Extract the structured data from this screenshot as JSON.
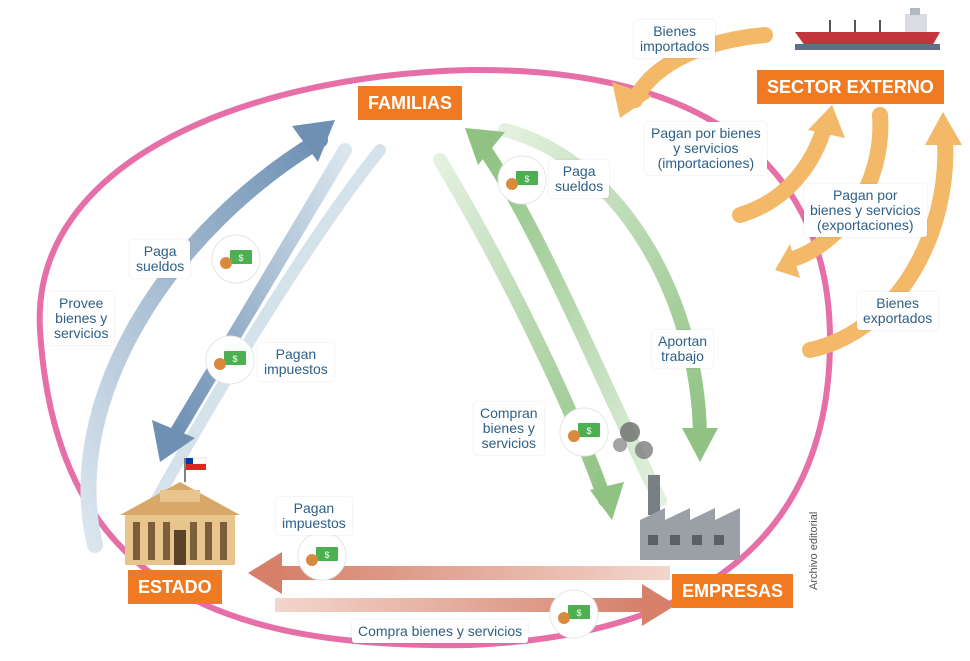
{
  "sectors": {
    "familias": "FAMILIAS",
    "estado": "ESTADO",
    "empresas": "EMPRESAS",
    "sector_externo": "SECTOR EXTERNO"
  },
  "labels": {
    "bienes_importados": "Bienes\nimportados",
    "pagan_importaciones": "Pagan por bienes\ny servicios\n(importaciones)",
    "pagan_exportaciones": "Pagan por\nbienes y servicios\n(exportaciones)",
    "bienes_exportados": "Bienes\nexportados",
    "paga_sueldos_empresas": "Paga\nsueldos",
    "aportan_trabajo": "Aportan\ntrabajo",
    "compran_bienes": "Compran\nbienes y\nservicios",
    "paga_sueldos_estado": "Paga\nsueldos",
    "provee_bienes": "Provee\nbienes y\nservicios",
    "pagan_impuestos_familias": "Pagan\nimpuestos",
    "pagan_impuestos_empresas": "Pagan\nimpuestos",
    "compra_bienes_estado": "Compra bienes y servicios"
  },
  "credit": "Archivo editorial",
  "icons": [
    "money-coin-icon",
    "government-building-icon",
    "chile-flag-icon",
    "factory-icon",
    "cargo-ship-icon"
  ],
  "colors": {
    "sector_box": "#ef7a22",
    "boundary": "#e66fa8",
    "blue_arrow": "#6e90b3",
    "green_arrow": "#8fc283",
    "orange_arrow": "#f4b968",
    "salmon_arrow": "#d6806a",
    "label_text": "#2e5f85"
  }
}
